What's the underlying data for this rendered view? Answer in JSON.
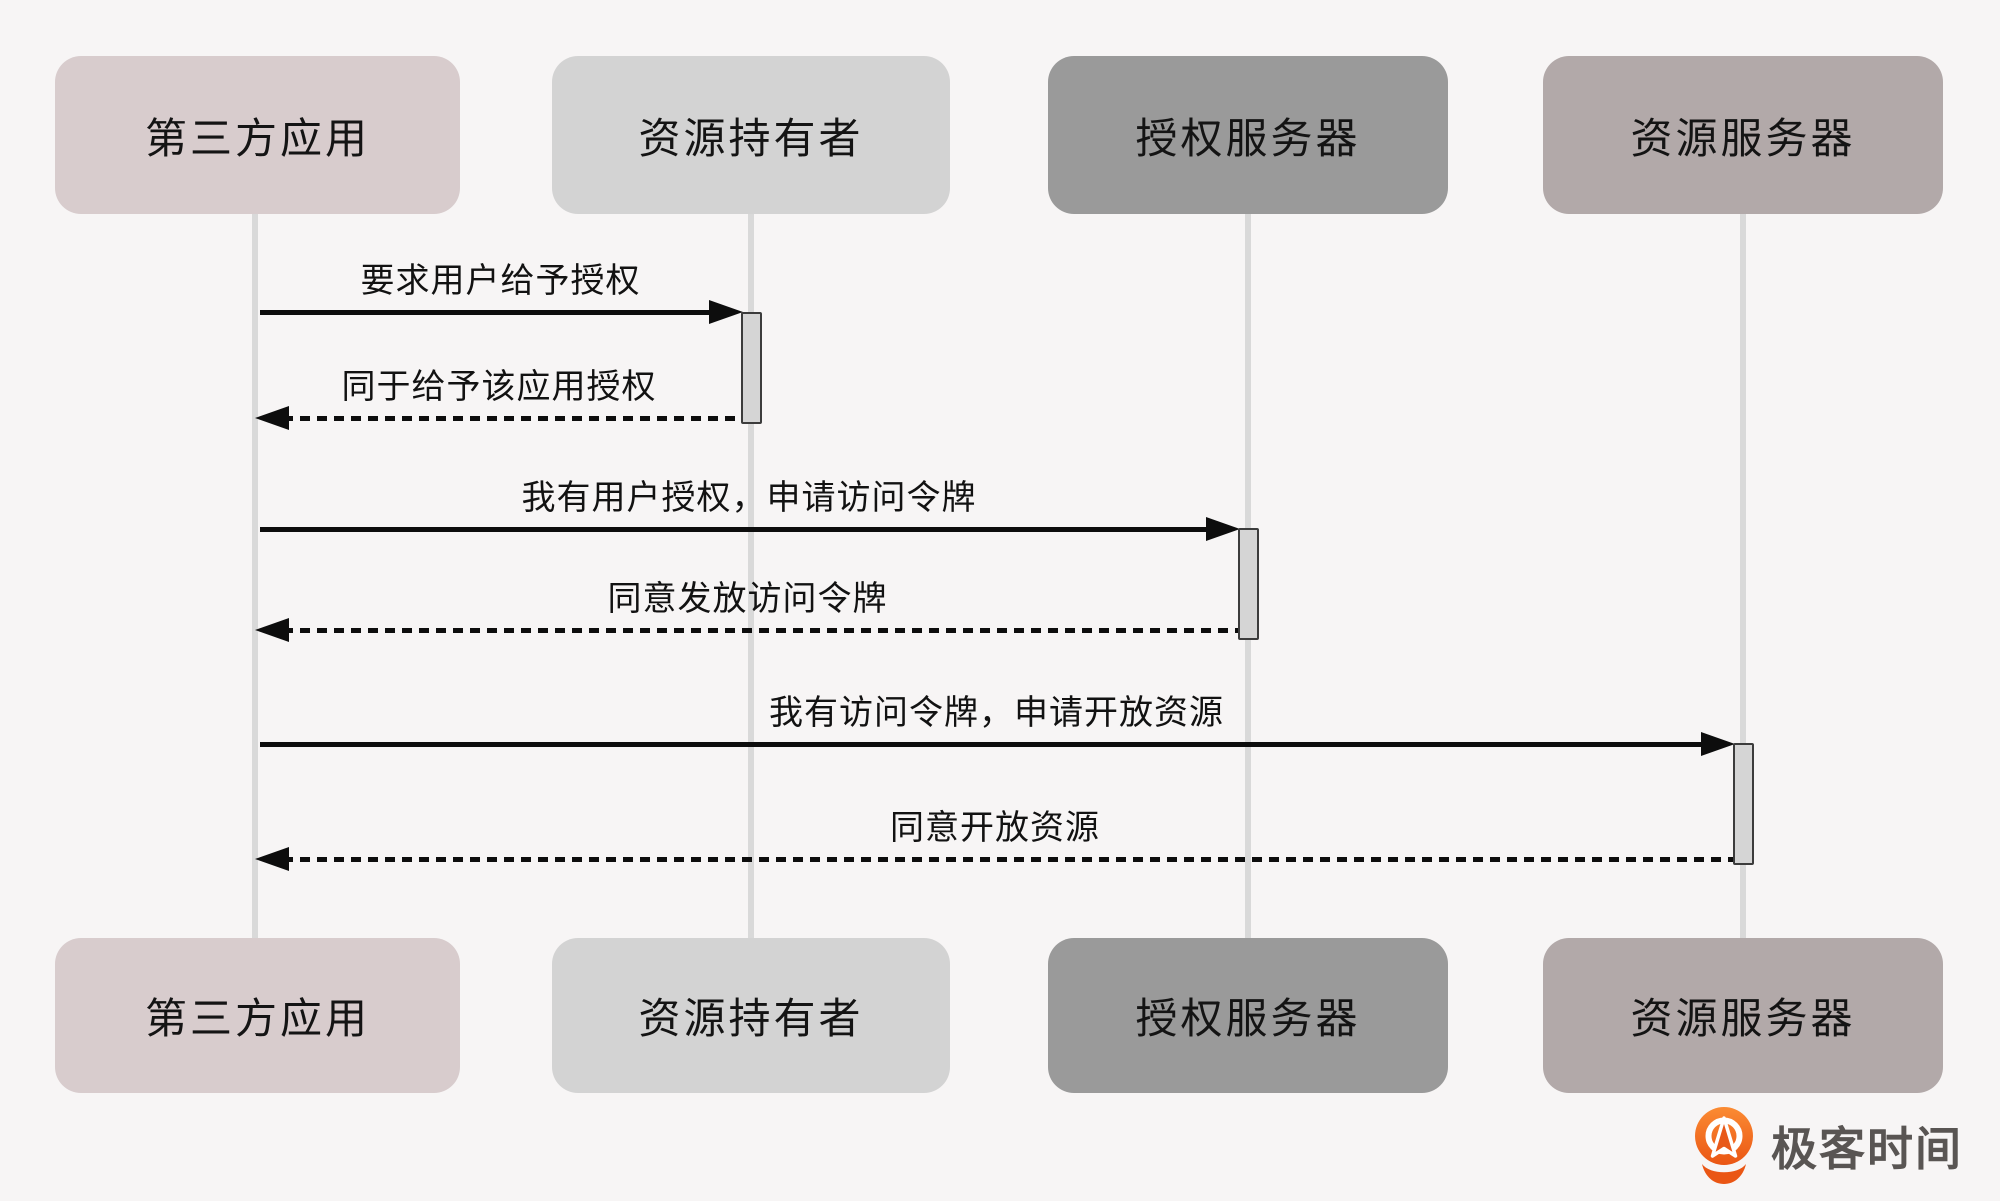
{
  "background": "#f7f5f5",
  "lifeline_color": "#d9d9d9",
  "arrow_color": "#0d0d0d",
  "activation": {
    "fill": "#d5d5d5",
    "border": "#3c3c3c"
  },
  "actors": [
    {
      "label": "第三方应用",
      "color": "#d8cccd"
    },
    {
      "label": "资源持有者",
      "color": "#d3d3d3"
    },
    {
      "label": "授权服务器",
      "color": "#9a9a9a"
    },
    {
      "label": "资源服务器",
      "color": "#b2a9a9"
    }
  ],
  "messages": [
    {
      "label": "要求用户给予授权",
      "type": "solid",
      "from": "第三方应用",
      "to": "资源持有者"
    },
    {
      "label": "同于给予该应用授权",
      "type": "dashed",
      "from": "资源持有者",
      "to": "第三方应用"
    },
    {
      "label": "我有用户授权，申请访问令牌",
      "type": "solid",
      "from": "第三方应用",
      "to": "授权服务器"
    },
    {
      "label": "同意发放访问令牌",
      "type": "dashed",
      "from": "授权服务器",
      "to": "第三方应用"
    },
    {
      "label": "我有访问令牌，申请开放资源",
      "type": "solid",
      "from": "第三方应用",
      "to": "资源服务器"
    },
    {
      "label": "同意开放资源",
      "type": "dashed",
      "from": "资源服务器",
      "to": "第三方应用"
    }
  ],
  "logo": {
    "text": "极客时间",
    "icon": "geektime-pin-icon",
    "orange_light": "#fb8b33",
    "orange_dark": "#ea5614",
    "text_color": "#595553"
  }
}
